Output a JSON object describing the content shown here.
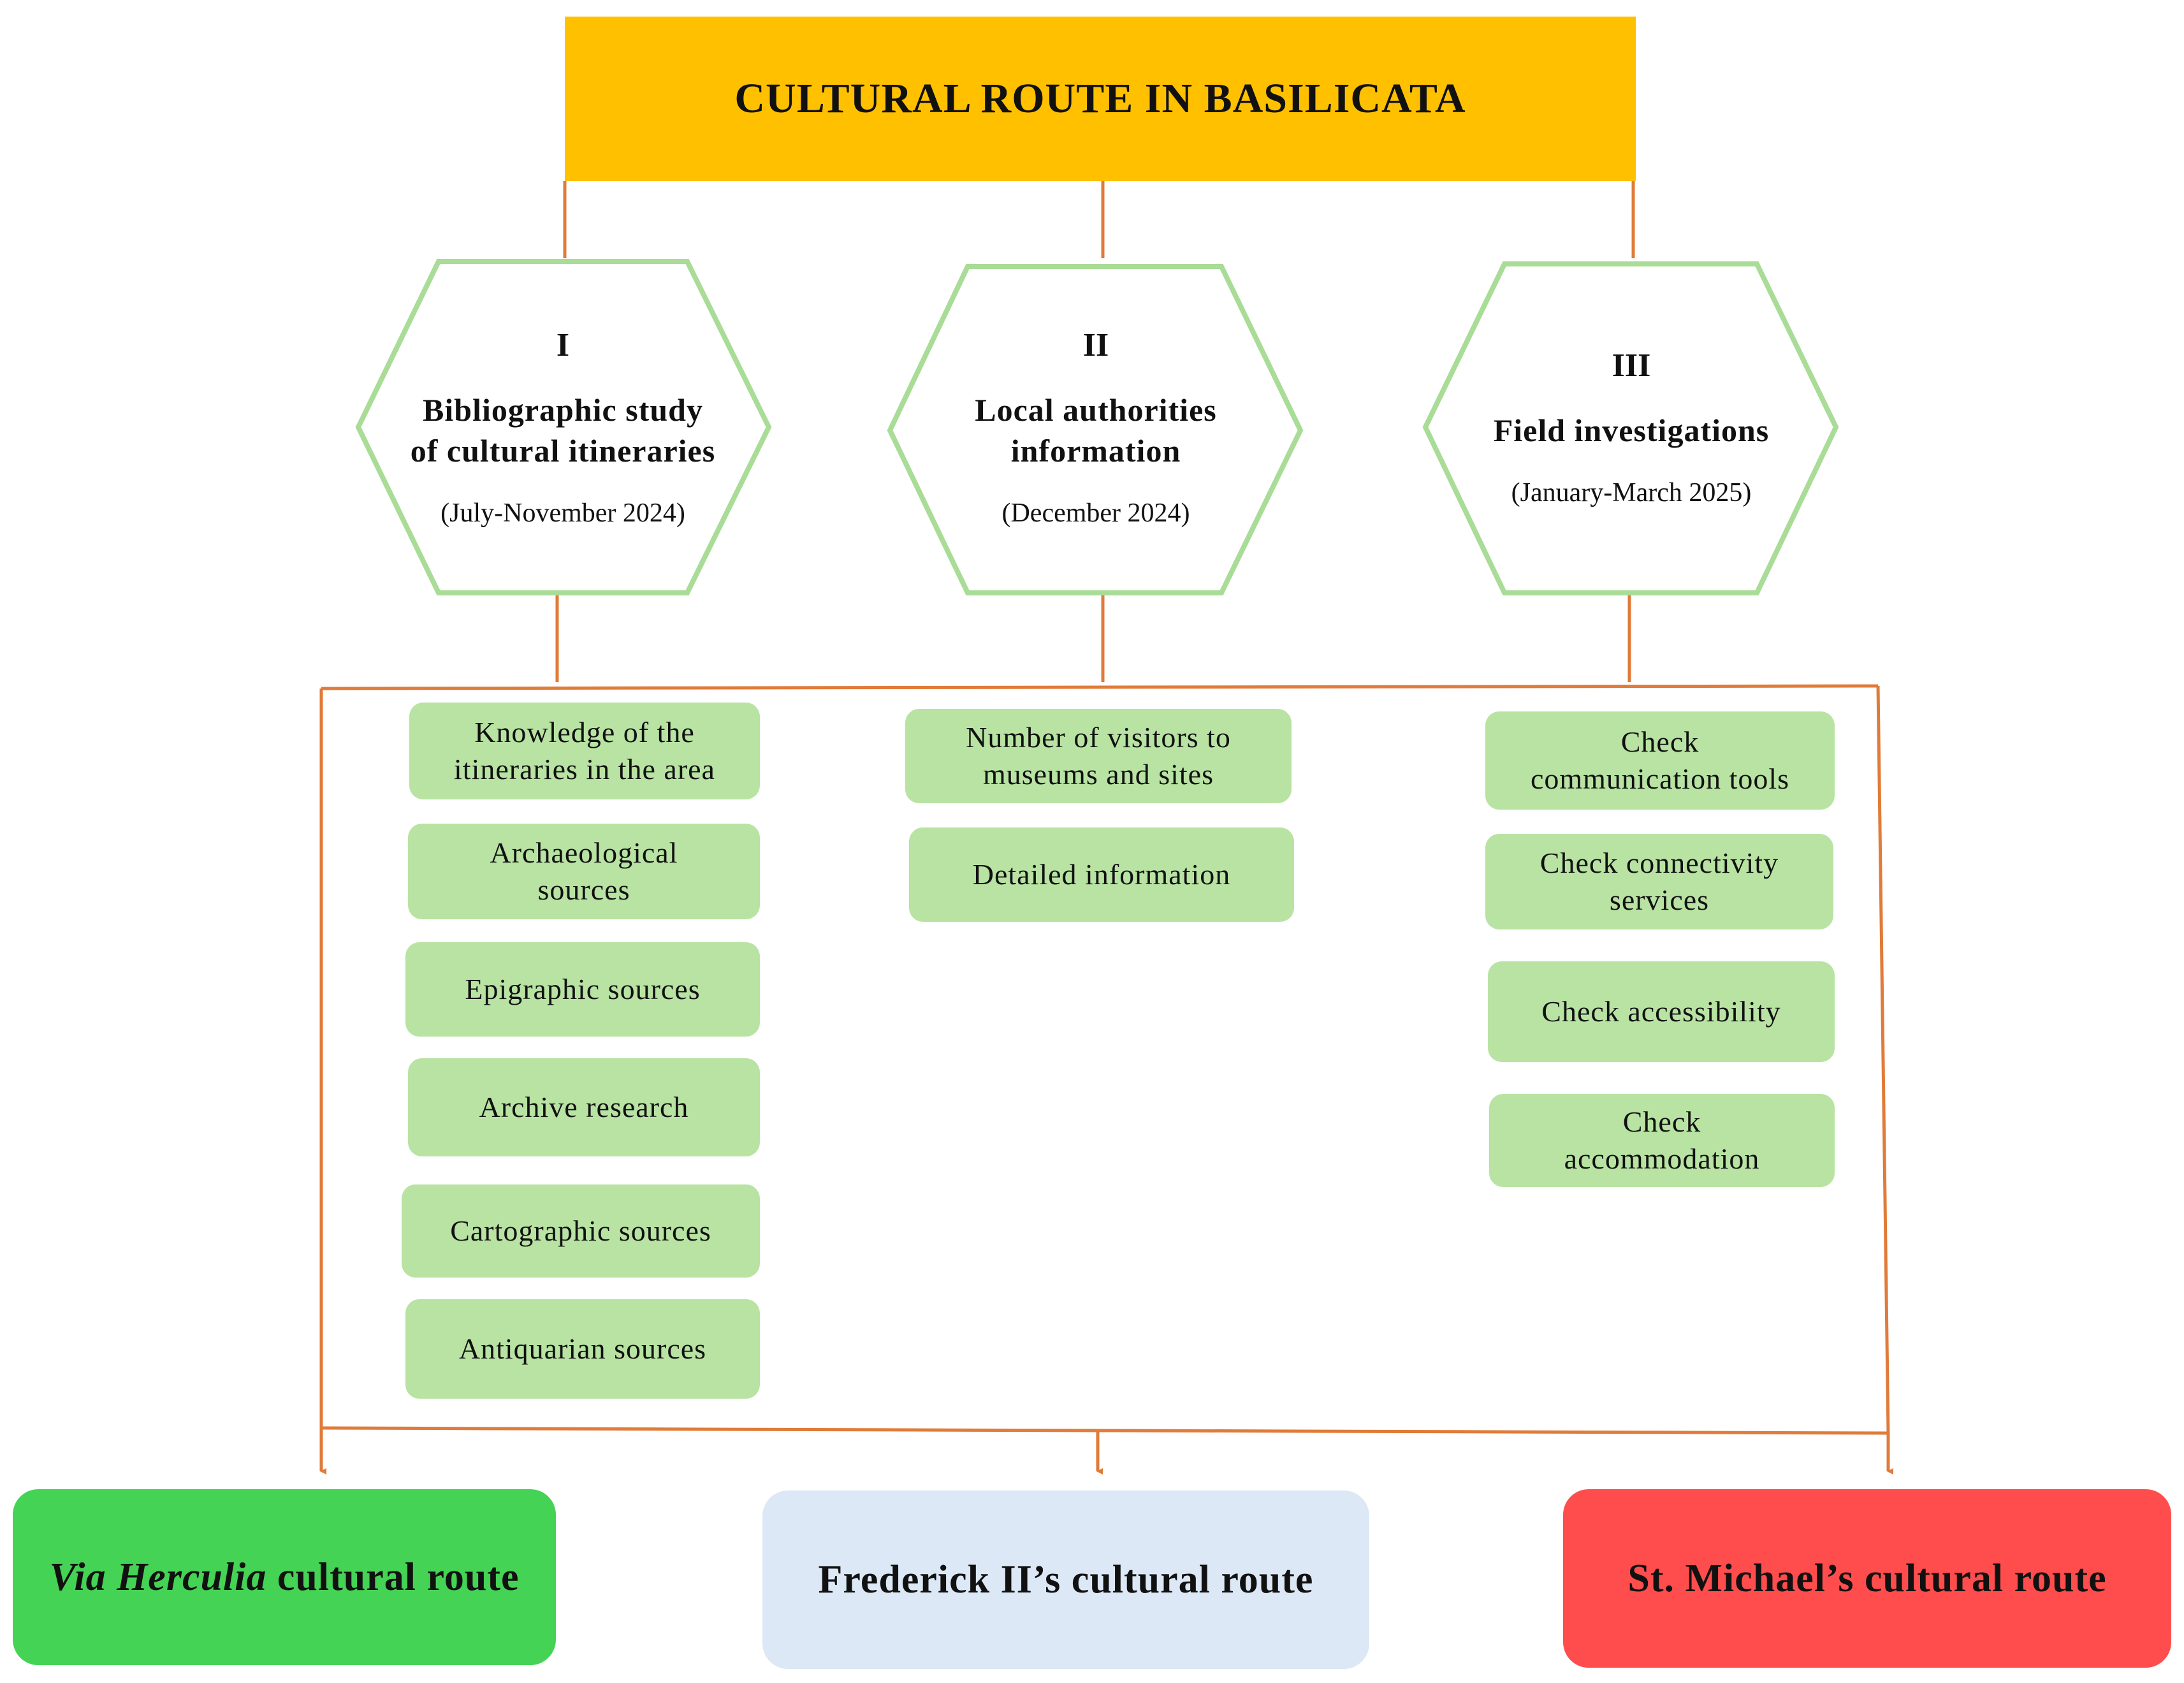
{
  "title": "CULTURAL ROUTE IN BASILICATA",
  "phases": [
    {
      "numeral": "I",
      "title_line1": "Bibliographic study",
      "title_line2": "of cultural itineraries",
      "period": "(July-November 2024)",
      "tasks": [
        {
          "line1": "Knowledge of the",
          "line2": "itineraries in the area"
        },
        {
          "line1": "Archaeological",
          "line2": "sources"
        },
        {
          "line1": "Epigraphic sources",
          "line2": ""
        },
        {
          "line1": "Archive research",
          "line2": ""
        },
        {
          "line1": "Cartographic sources",
          "line2": ""
        },
        {
          "line1": "Antiquarian sources",
          "line2": ""
        }
      ]
    },
    {
      "numeral": "II",
      "title_line1": "Local authorities",
      "title_line2": "information",
      "period": "(December 2024)",
      "tasks": [
        {
          "line1": "Number of visitors to",
          "line2": "museums and sites"
        },
        {
          "line1": "Detailed information",
          "line2": ""
        }
      ]
    },
    {
      "numeral": "III",
      "title_line1": "Field investigations",
      "title_line2": "",
      "period": "(January-March 2025)",
      "tasks": [
        {
          "line1": "Check",
          "line2": "communication tools"
        },
        {
          "line1": "Check connectivity",
          "line2": "services"
        },
        {
          "line1": "Check accessibility",
          "line2": ""
        },
        {
          "line1": "Check",
          "line2": "accommodation"
        }
      ]
    }
  ],
  "routes": [
    {
      "name_italic": "Via Herculia",
      "name_rest": " cultural route",
      "color": "#44D354"
    },
    {
      "name_italic": "",
      "name_rest": "Frederick II’s cultural route",
      "color": "#DCE8F5"
    },
    {
      "name_italic": "",
      "name_rest": "St. Michael’s cultural route",
      "color": "#FF4D4D"
    }
  ],
  "colors": {
    "title_fill": "#FFC000",
    "connector": "#E07B39",
    "hex_border": "#A9DC96",
    "task_fill": "#B8E3A3"
  }
}
